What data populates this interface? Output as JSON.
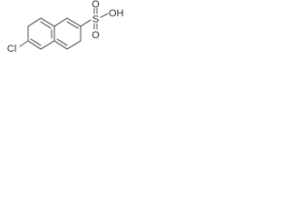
{
  "molecule": {
    "atom_labels": {
      "chlorine": "Cl",
      "sulfur": "S",
      "oxygen_top": "O",
      "oxygen_bottom": "O",
      "hydroxyl": "OH"
    }
  },
  "colors": {
    "bond": "#555555",
    "text": "#2e2e2e",
    "background": "#ffffff"
  }
}
